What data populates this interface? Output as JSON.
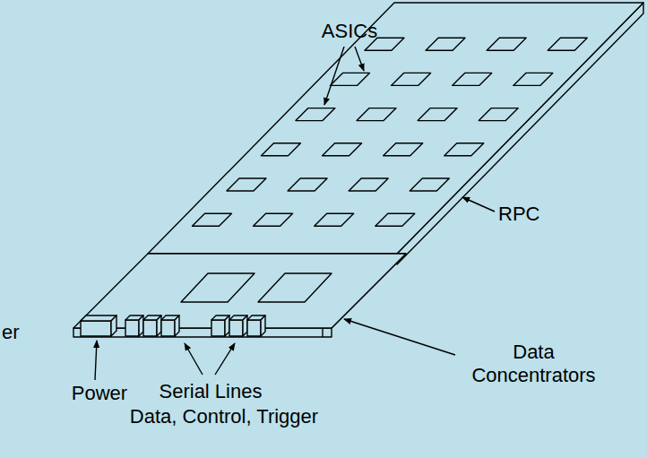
{
  "diagram": {
    "labels": [
      "ASICs",
      "RPC",
      "er",
      "Power",
      "Data Concentrators",
      "Serial Lines",
      "Data, Control, Trigger"
    ]
  }
}
